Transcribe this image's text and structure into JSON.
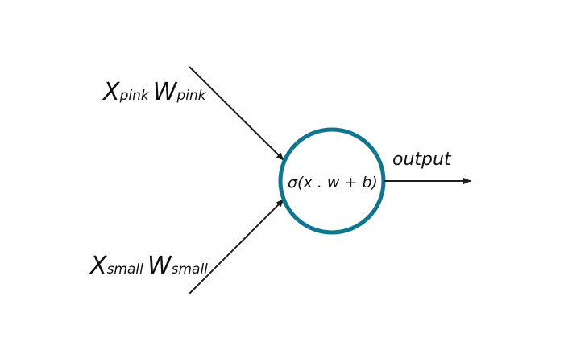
{
  "inputs": [
    {
      "x": "X",
      "x_sub": "pink",
      "w": "W",
      "w_sub": "pink"
    },
    {
      "x": "X",
      "x_sub": "small",
      "w": "W",
      "w_sub": "small"
    }
  ],
  "neuron": {
    "formula": "σ(x . w + b)",
    "stroke_color": "#0f7591"
  },
  "output": {
    "label": "output"
  },
  "colors": {
    "arrow": "#1c1c1c",
    "text": "#111111",
    "background": "#ffffff"
  }
}
